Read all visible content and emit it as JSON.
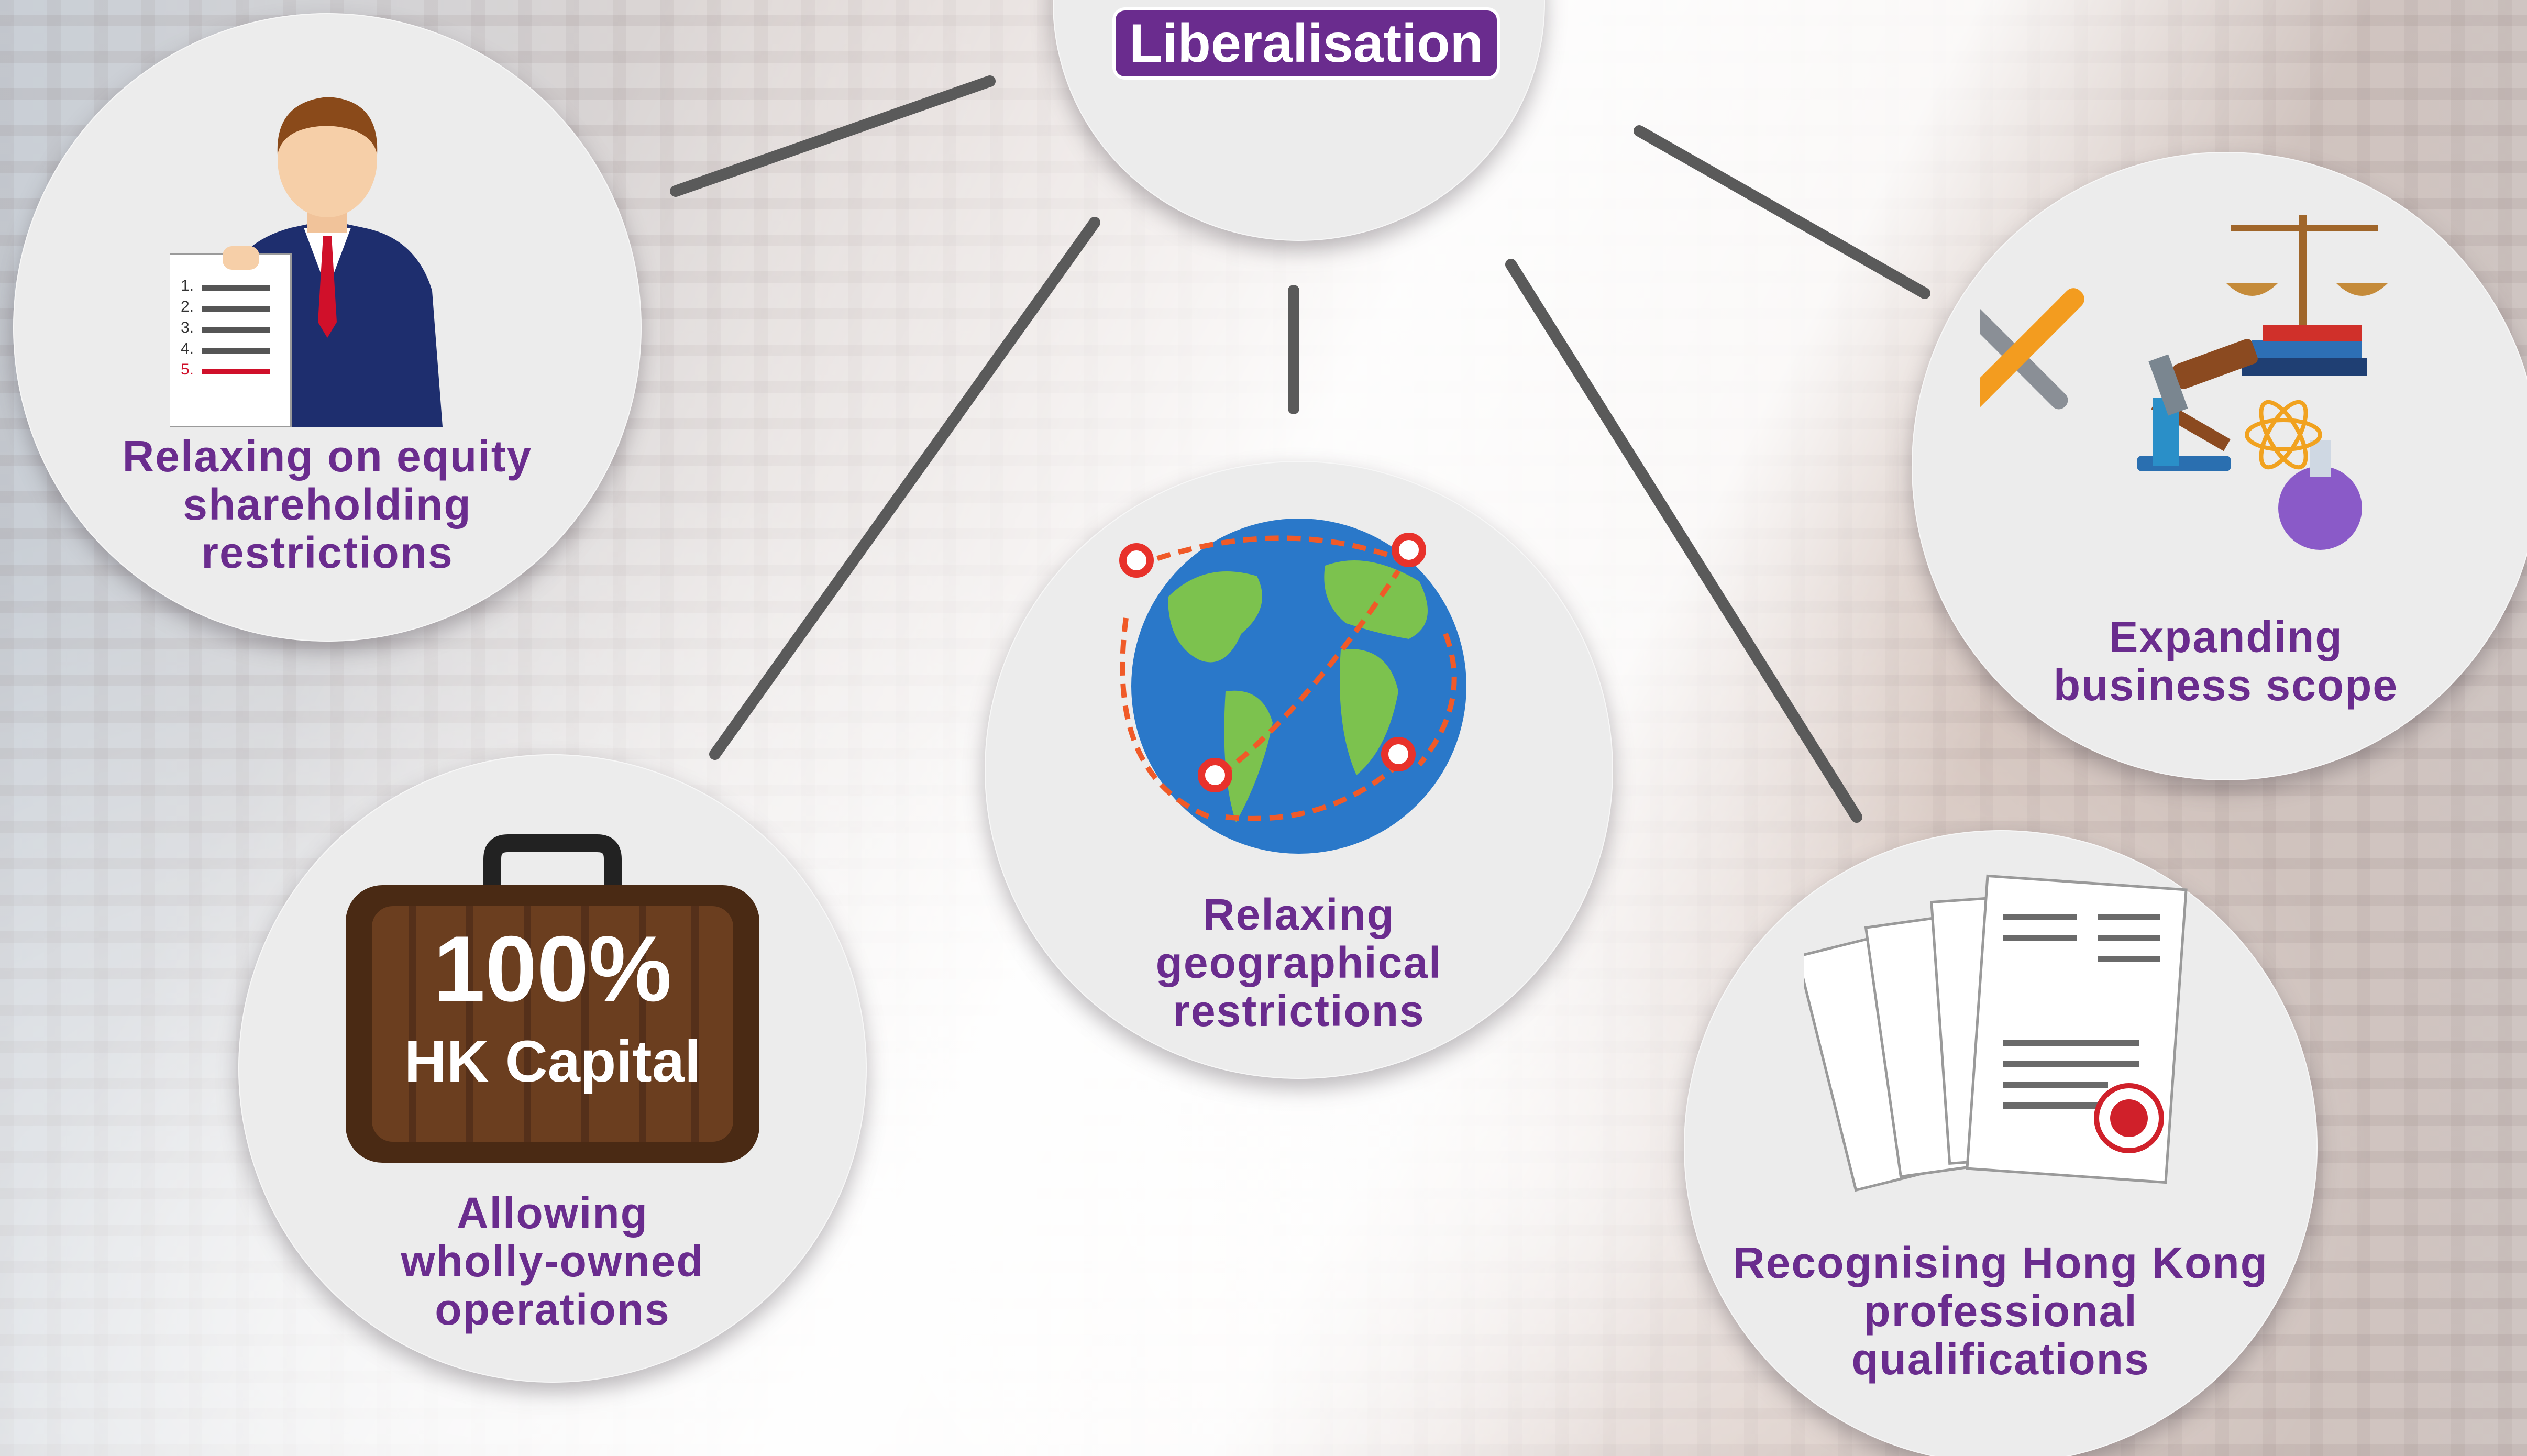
{
  "hub": {
    "title": "Liberalisation"
  },
  "nodes": [
    {
      "id": "equity",
      "lines": [
        "Relaxing on equity",
        "shareholding",
        "restrictions"
      ],
      "icon": "businessman-with-document-icon"
    },
    {
      "id": "geo",
      "lines": [
        "Relaxing",
        "geographical",
        "restrictions"
      ],
      "icon": "globe-with-routes-icon"
    },
    {
      "id": "scope",
      "lines": [
        "Expanding",
        "business scope"
      ],
      "icon": "tools-law-science-icon"
    },
    {
      "id": "wholly",
      "lines": [
        "Allowing",
        "wholly-owned",
        "operations"
      ],
      "icon": "briefcase-icon"
    },
    {
      "id": "qual",
      "lines": [
        "Recognising Hong Kong",
        "professional",
        "qualifications"
      ],
      "icon": "certificates-icon"
    }
  ],
  "briefcase": {
    "percent": "100%",
    "caption": "HK Capital"
  },
  "document_list": [
    "1.",
    "2.",
    "3.",
    "4.",
    "5."
  ],
  "colors": {
    "accent": "#6a2c8e",
    "connector": "#5a5a5a",
    "circle": "#ececec"
  }
}
